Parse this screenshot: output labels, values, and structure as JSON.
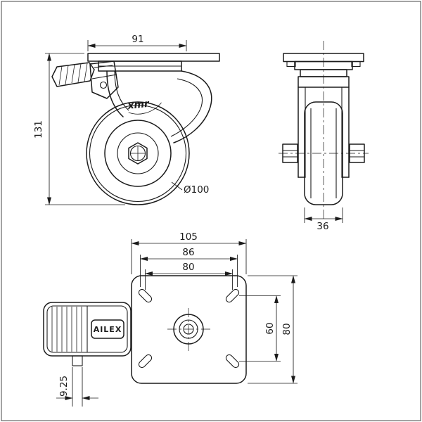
{
  "drawing": {
    "type": "caster-wheel-technical-drawing",
    "colors": {
      "line": "#1b1b1b",
      "background": "#ffffff"
    },
    "side_view": {
      "dim_plate": "91",
      "dim_height": "131",
      "dim_wheel_dia": "Ø100",
      "logo": "xmr"
    },
    "front_view": {
      "dim_wheel_width": "36"
    },
    "plan_view": {
      "dim_plate_length": "105",
      "dim_slot_outer": "86",
      "dim_bolt_spacing_x": "80",
      "dim_bolt_spacing_y": "60",
      "dim_plate_width": "80",
      "dim_pedal_tab": "9.25",
      "brand": "AILEX"
    }
  }
}
